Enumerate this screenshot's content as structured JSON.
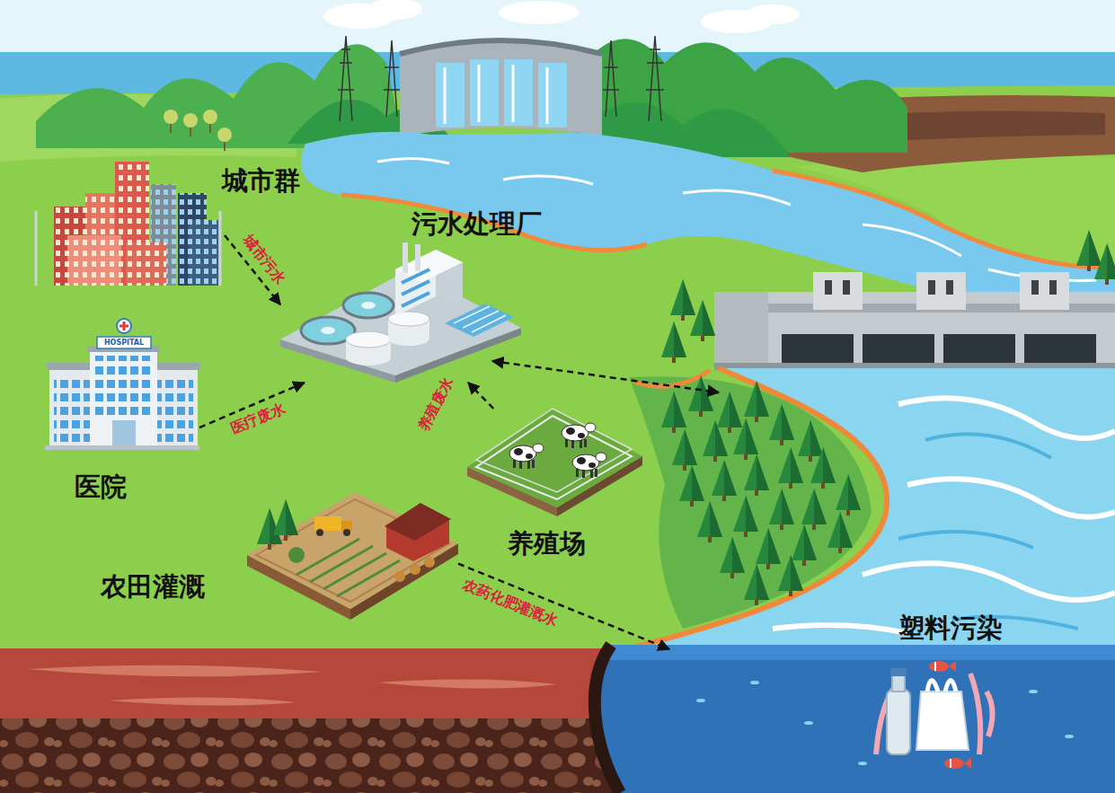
{
  "diagram": {
    "nodes": [
      {
        "text": [
          "城市群"
        ]
      },
      {
        "text": [
          "污水处理厂"
        ]
      },
      {
        "text": [
          "医院"
        ]
      },
      {
        "text": [
          "养殖场"
        ]
      },
      {
        "text": [
          "农田灌溉"
        ]
      },
      {
        "text": [
          "塑料污染"
        ]
      }
    ],
    "edges": [
      {
        "from": 0,
        "to": 1,
        "label": "城市污水",
        "arrow": "to"
      },
      {
        "from": 2,
        "to": 1,
        "label": "医疗废水",
        "arrow": "to"
      },
      {
        "from": 3,
        "to": 1,
        "label": "养殖废水",
        "arrow": "to"
      },
      {
        "from": 4,
        "to": 5,
        "label": "农药化肥灌溉水",
        "arrow": "to"
      }
    ],
    "labels": [
      "HOSPITAL"
    ]
  }
}
